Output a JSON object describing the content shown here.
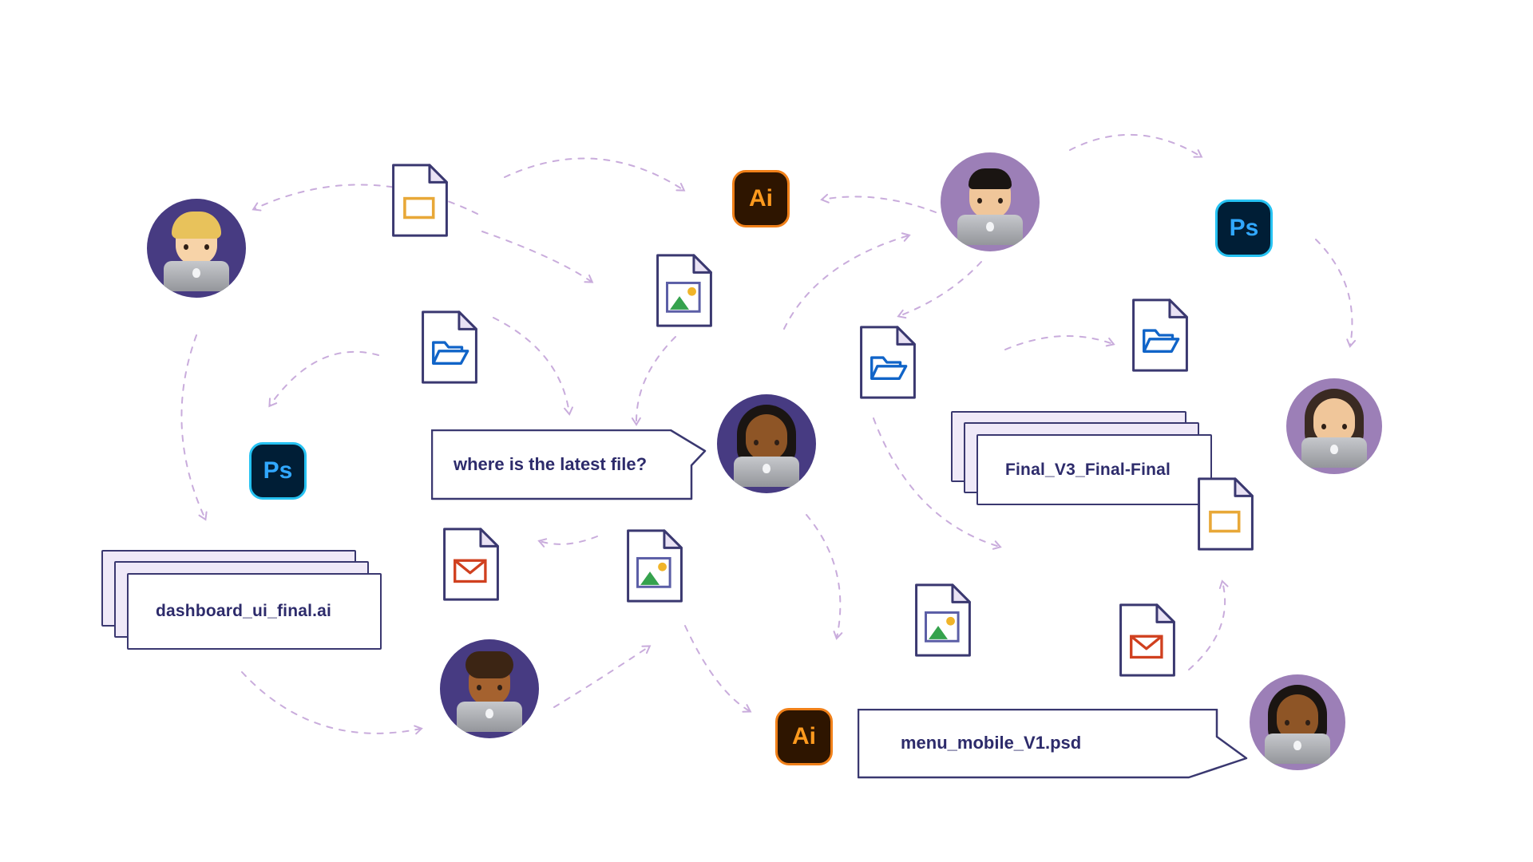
{
  "scene": {
    "background": "#FFFFFF"
  },
  "bubbles": {
    "question": {
      "text": "where is the latest file?"
    },
    "menu_file": {
      "text": "menu_mobile_V1.psd"
    }
  },
  "file_stacks": {
    "dashboard": {
      "label": "dashboard_ui_final.ai"
    },
    "final": {
      "label": "Final_V3_Final-Final"
    }
  },
  "app_icons": {
    "photoshop": {
      "label": "Ps",
      "bg": "#001E36",
      "text_color": "#31A8FF",
      "border": "#26C2F2"
    },
    "illustrator": {
      "label": "Ai",
      "bg": "#2E1500",
      "text_color": "#FF9A1E",
      "border": "#F08019"
    }
  },
  "icons": {
    "artboard_file": "document-with-yellow-artboard",
    "image_file": "document-with-image",
    "folder_file": "document-with-blue-folder",
    "mail_file": "document-with-red-envelope",
    "laptop": "laptop-with-apple-logo",
    "dashed_arrow": "curved-dashed-connector-arrow"
  },
  "avatars": [
    {
      "name": "blonde-person",
      "circle": "#473B82"
    },
    {
      "name": "dark-haired-man",
      "circle": "#9C7FB7"
    },
    {
      "name": "long-haired-woman",
      "circle": "#9C7FB7"
    },
    {
      "name": "woman-center",
      "circle": "#473B82"
    },
    {
      "name": "curly-haired-person",
      "circle": "#473B82"
    },
    {
      "name": "woman-bottom-right",
      "circle": "#9C7FB7"
    }
  ],
  "colors": {
    "arrow": "#C9ACDC",
    "outline": "#3A3870",
    "text": "#2D2B6B",
    "circle_dark": "#473B82",
    "circle_mauve": "#9C7FB7",
    "folder_blue": "#1064C8",
    "envelope_red": "#D0401F",
    "artboard_yellow": "#E8A838",
    "sun_yellow": "#F0B429",
    "mountain_green": "#35A24D"
  }
}
